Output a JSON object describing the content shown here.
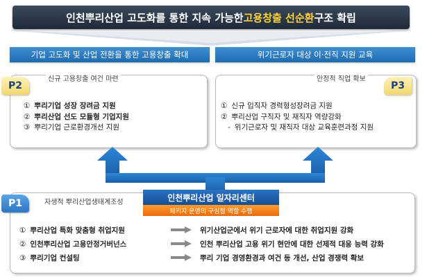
{
  "title": {
    "prefix": "인천뿌리산업 고도화를 통한 지속 가능한 ",
    "highlight": "고용창출 선순환",
    "suffix": " 구조 확립"
  },
  "sub_headers": {
    "left": "기업 고도화 및 산업 전환을 통한 고용창출 확대",
    "right": "위기근로자 대상 이·전직 지원 교육"
  },
  "p2": {
    "badge": "P2",
    "caption": "신규 고용창출 여건 마련",
    "items": [
      {
        "num": "①",
        "text": "뿌리기업 성장 장려금 지원"
      },
      {
        "num": "②",
        "text": "뿌리산업 선도 모듈형 기업지원"
      },
      {
        "num": "③",
        "text": "뿌리기업 근로환경개선 지원"
      }
    ]
  },
  "p3": {
    "badge": "P3",
    "caption": "안정적 직업 확보",
    "items": [
      {
        "num": "①",
        "text": "신규 입직자 경력형성장려금 지원"
      },
      {
        "num": "②",
        "text": "뿌리산업 구직자 및 재직자 역량강화"
      },
      {
        "num": "-",
        "text": "위기근로자 및 재직자 대상 교육훈련과정 지원"
      }
    ]
  },
  "center": {
    "label": "인천뿌리산업 일자리센터",
    "sub": "패키지 운영의 구심점 역할 수행"
  },
  "p1": {
    "badge": "P1",
    "caption": "자생적 뿌리산업생태계조성",
    "rows": [
      {
        "num": "①",
        "left": "뿌리산업 특화 맞춤형 취업지원",
        "right": "위기산업군에서 위기 근로자에 대한 취업지원 강화"
      },
      {
        "num": "②",
        "left": "인천뿌리산업 고용안정거버넌스",
        "right": "인천 뿌리산업 고용 위기 현안에 대한 선제적 대응 능력 강화"
      },
      {
        "num": "③",
        "left": "뿌리기업 컨설팅",
        "right": "뿌리 기업 경영환경과 여건 등 개선, 산업 경쟁력 확보"
      }
    ]
  },
  "colors": {
    "title_bg": "#1e2a38",
    "highlight": "#ffd23c",
    "header_blue": "#1f6bb0",
    "arrow_blue": "#1f6bb0",
    "badge_yellow": "#f3d86a",
    "center_orange": "#e76a0c"
  }
}
